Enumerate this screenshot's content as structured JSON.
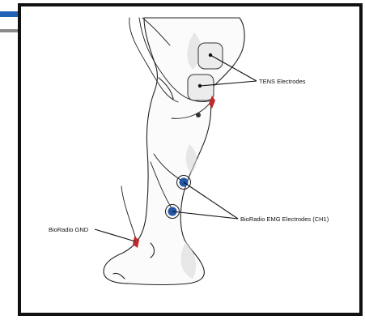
{
  "labels": {
    "tens": "TENS Electrodes",
    "emg": "BioRadio EMG Electrodes (CH1)",
    "gnd": "BioRadio GND"
  },
  "colors": {
    "frame": "#111111",
    "accent_bar": "#1f63b6",
    "emg_electrode": "#2356a8",
    "snap_connector": "#c0282b"
  },
  "icons": {
    "tens_pad": "rounded-square-pad",
    "emg_electrode": "round-snap-electrode",
    "connector": "lead-snap-clip"
  }
}
